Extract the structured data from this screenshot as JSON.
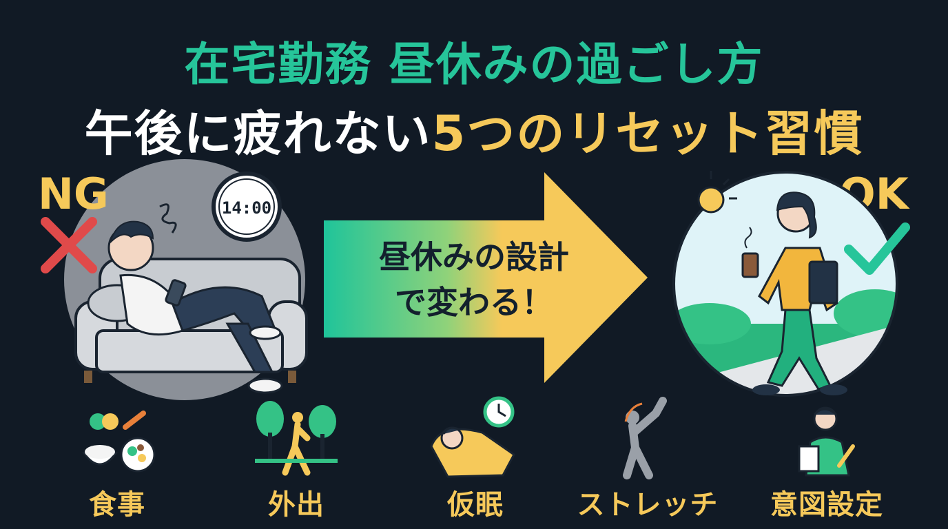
{
  "title": {
    "main": "在宅勤務 昼休みの過ごし方",
    "sub_prefix": "午後に疲れない",
    "sub_highlight": "5つのリセット習慣"
  },
  "ng": {
    "label": "NG",
    "clock_time": "14:00"
  },
  "ok": {
    "label": "OK"
  },
  "arrow": {
    "line1": "昼休みの設計",
    "line2": "で変わる！"
  },
  "habits": [
    {
      "label": "食事",
      "icon": "food-icon"
    },
    {
      "label": "外出",
      "icon": "walk-outside-icon"
    },
    {
      "label": "仮眠",
      "icon": "nap-icon"
    },
    {
      "label": "ストレッチ",
      "icon": "stretch-icon"
    },
    {
      "label": "意図設定",
      "icon": "intention-planning-icon"
    }
  ],
  "colors": {
    "background": "#111a25",
    "teal": "#26c59a",
    "yellow": "#f6c95a",
    "red": "#e04a4a"
  }
}
